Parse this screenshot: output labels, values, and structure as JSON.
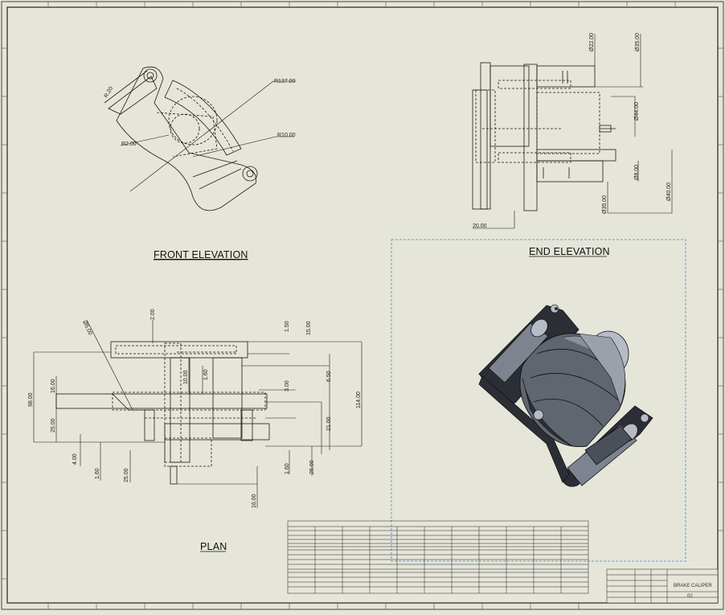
{
  "views": {
    "front": {
      "title": "FRONT ELEVATION",
      "dims": [
        "R137.00",
        "R10.00",
        "R2.00",
        "R.20"
      ]
    },
    "end": {
      "title": "END ELEVATION",
      "dims": [
        "Ø22.00",
        "Ø35.00",
        "Ø44.00",
        "Ø8.00",
        "Ø40.00",
        "Ø35.00",
        "20.00"
      ]
    },
    "plan": {
      "title": "PLAN",
      "dims": [
        "2.00",
        "1.50",
        "15.00",
        "Ø5.00",
        "16.00",
        "98.00",
        "25.00",
        "10.00",
        "1.60",
        "6.50",
        "3.00",
        "114.00",
        "21.00",
        "4.00",
        "1.60",
        "25.00",
        "1.60",
        "25.00",
        "16.00"
      ]
    }
  },
  "title_block": {
    "part_name": "BRAKE CALIPER",
    "sheet": "02"
  },
  "colors": {
    "paper": "#e6e5d9",
    "line": "#1a1a1a",
    "section_box": "#3a8fd1",
    "model_body": "#5f6670",
    "model_dark": "#2b2f35",
    "model_light": "#b6bcc6"
  }
}
